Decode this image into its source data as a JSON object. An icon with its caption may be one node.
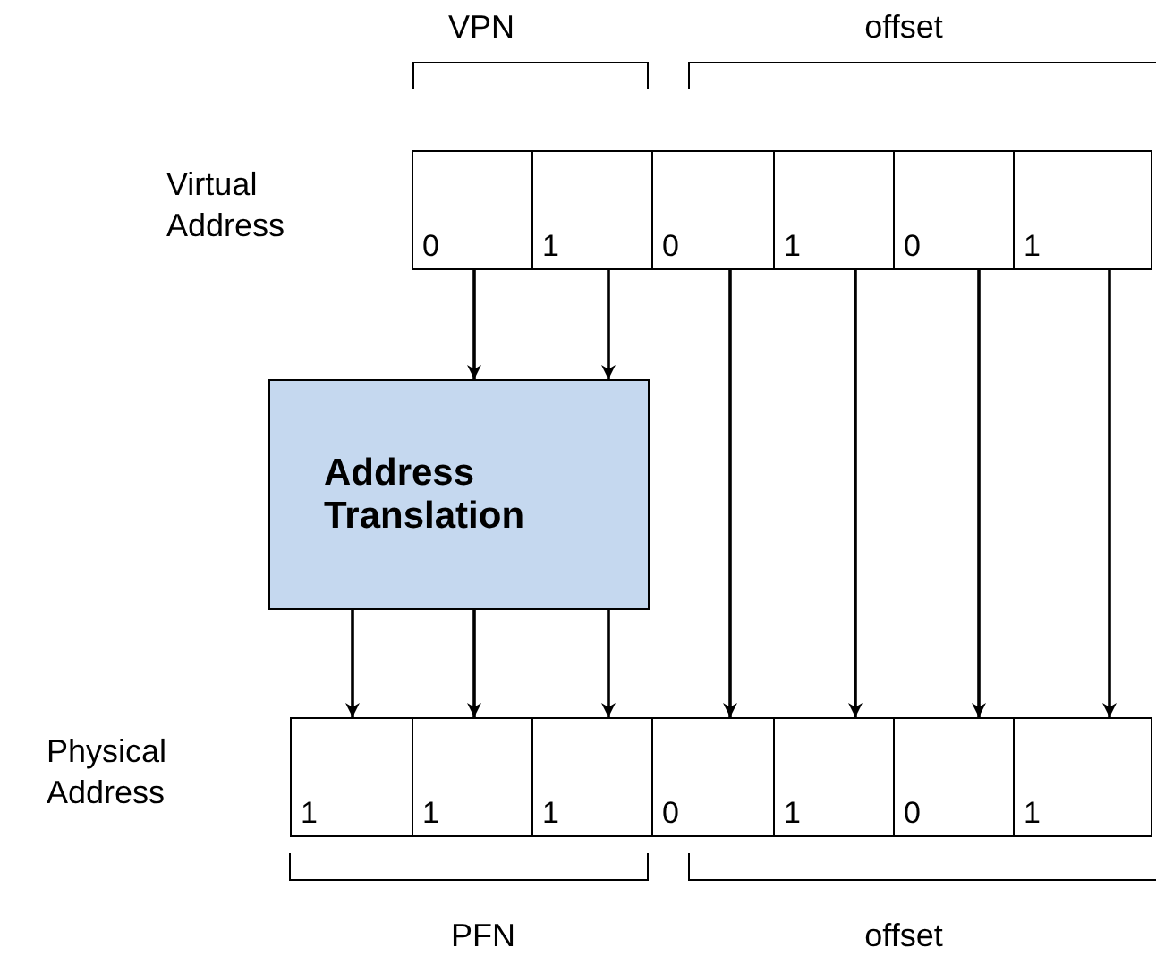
{
  "diagram": {
    "nodes": [
      {
        "text": [
          "0"
        ]
      },
      {
        "text": [
          "1"
        ]
      },
      {
        "text": [
          "0"
        ]
      },
      {
        "text": [
          "1"
        ]
      },
      {
        "text": [
          "0"
        ]
      },
      {
        "text": [
          "1"
        ]
      },
      {
        "text": [
          "Address Translation"
        ]
      },
      {
        "text": [
          "1"
        ]
      },
      {
        "text": [
          "1"
        ]
      },
      {
        "text": [
          "1"
        ]
      },
      {
        "text": [
          "0"
        ]
      },
      {
        "text": [
          "1"
        ]
      },
      {
        "text": [
          "0"
        ]
      },
      {
        "text": [
          "1"
        ]
      }
    ],
    "edges": [
      {
        "from": 0,
        "to": 6,
        "arrow": "to"
      },
      {
        "from": 1,
        "to": 6,
        "arrow": "to"
      },
      {
        "from": 6,
        "to": 7,
        "arrow": "to"
      },
      {
        "from": 6,
        "to": 8,
        "arrow": "to"
      },
      {
        "from": 6,
        "to": 9,
        "arrow": "to"
      },
      {
        "from": 2,
        "to": 10,
        "arrow": "to"
      },
      {
        "from": 3,
        "to": 11,
        "arrow": "to"
      },
      {
        "from": 4,
        "to": 12,
        "arrow": "to"
      },
      {
        "from": 5,
        "to": 13,
        "arrow": "to"
      }
    ],
    "labels": [
      "VPN",
      "offset",
      "Virtual Address",
      "Physical Address",
      "PFN",
      "offset"
    ]
  }
}
